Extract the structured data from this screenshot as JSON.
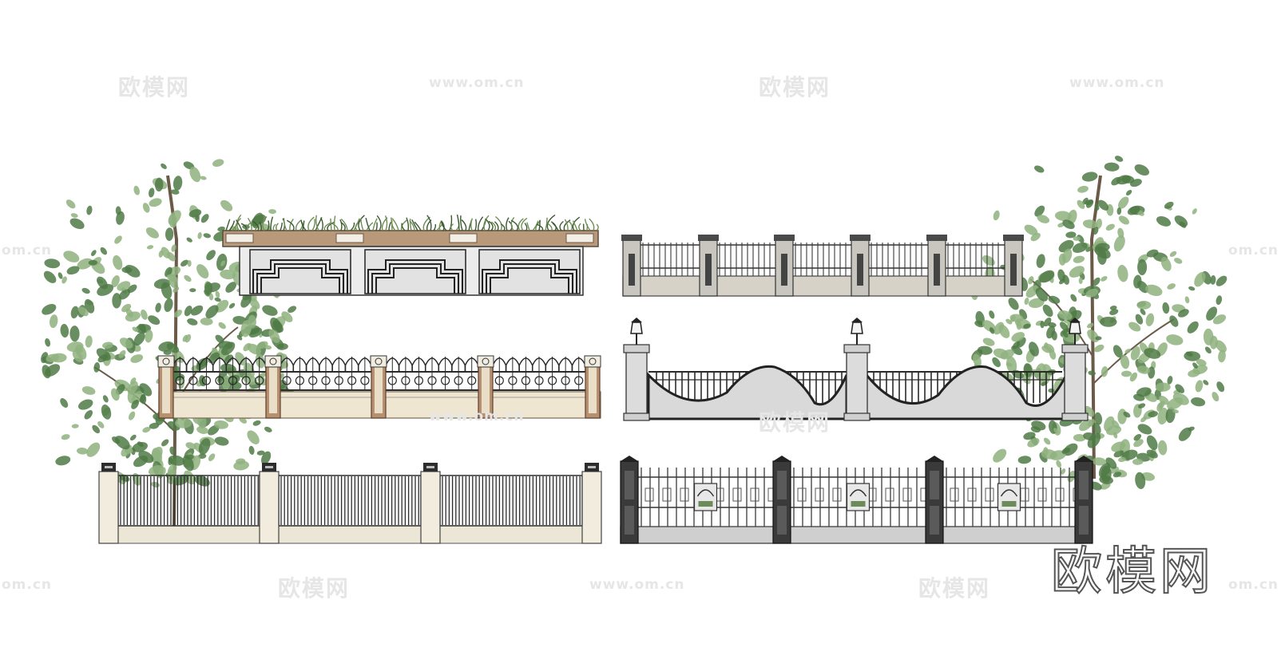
{
  "watermarks": {
    "cn": "欧模网",
    "url": "www.om.cn",
    "edge_url": "om.cn"
  },
  "brand_logo": "欧模网",
  "colors": {
    "foliage_dark": "#4f7a45",
    "foliage_light": "#8fb27f",
    "trunk": "#6b5a48",
    "wall_light": "#ececec",
    "wall_beige": "#efe6d2",
    "post_beige": "#e9dfc9",
    "post_wood": "#b89070",
    "iron": "#2b2b2b",
    "grey_stone": "#cfcfcf",
    "dark_stone": "#555555"
  },
  "fence_styles": [
    {
      "id": "planter-wall",
      "shape": "stepped-arch planter wall"
    },
    {
      "id": "grey-pillar-fence",
      "shape": "grey pillars with vertical bars"
    },
    {
      "id": "ornate-iron-fence",
      "shape": "gothic arch iron fence on beige base"
    },
    {
      "id": "lamp-post-wave-fence",
      "shape": "wave wall with lamp posts"
    },
    {
      "id": "cream-bar-fence",
      "shape": "cream pillars with dense bars"
    },
    {
      "id": "dark-grid-fence",
      "shape": "dark pillars with grid and emblems"
    }
  ]
}
